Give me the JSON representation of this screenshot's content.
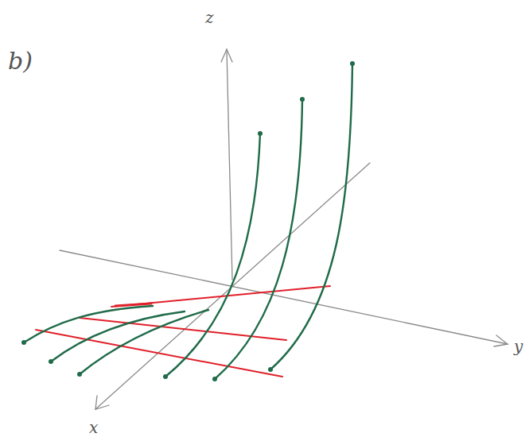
{
  "diagram": {
    "labels": [
      "b)",
      "z",
      "y",
      "x"
    ]
  }
}
